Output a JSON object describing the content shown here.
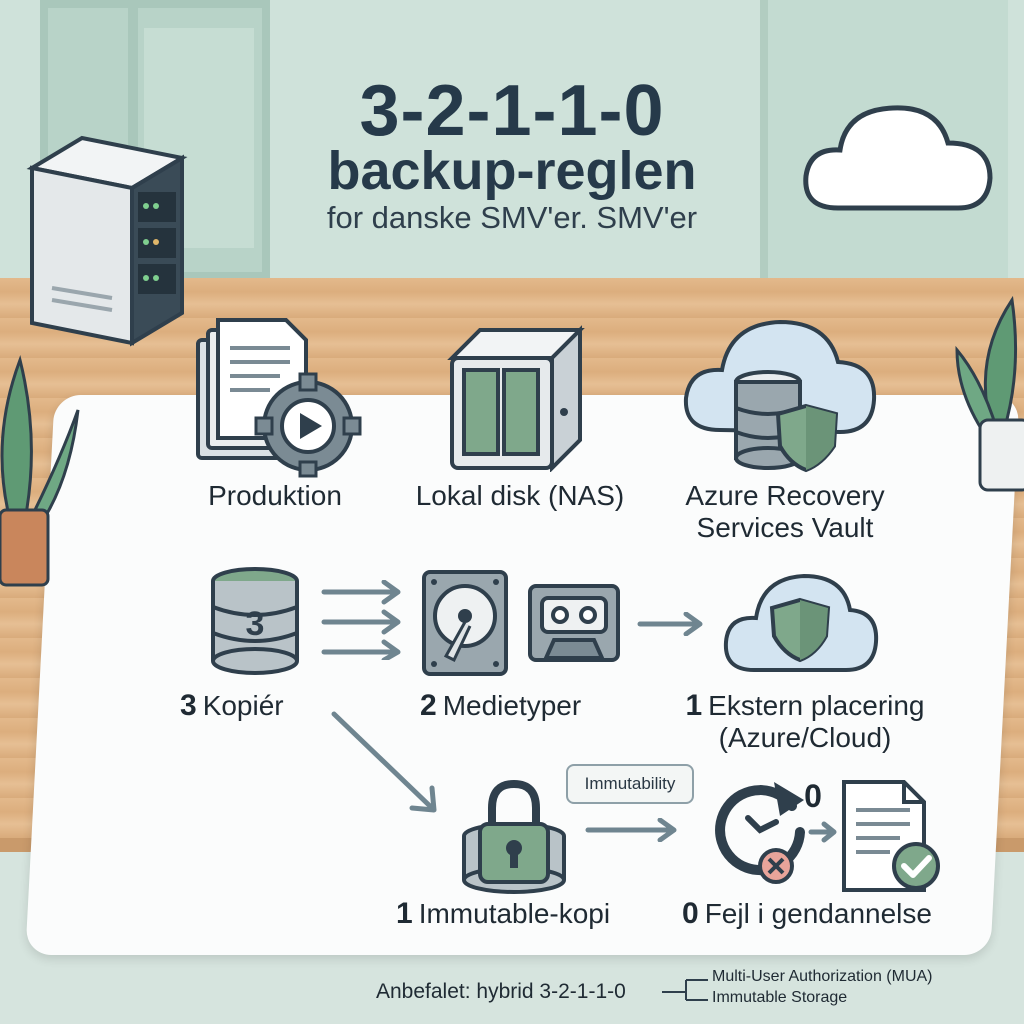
{
  "title_line1": "3-2-1-1-0",
  "title_line2": "backup-reglen",
  "subtitle": "for danske SMV'er. SMV'er",
  "sources": {
    "production": "Produktion",
    "local_disk": "Lokal disk (NAS)",
    "azure_line1": "Azure Recovery",
    "azure_line2": "Services Vault"
  },
  "rule": {
    "copies_num": "3",
    "copies_label": "Kopiér",
    "database_badge": "3",
    "media_num": "2",
    "media_label": "Medietyper",
    "offsite_num": "1",
    "offsite_label_line1": "Ekstern placering",
    "offsite_label_line2": "(Azure/Cloud)",
    "immutable_num": "1",
    "immutable_label": "Immutable-kopi",
    "zero_num": "0",
    "zero_label": "Fejl i gendannelse",
    "restore_badge": "0",
    "bubble": "Immutability"
  },
  "footer": {
    "main": "Anbefalet: hybrid 3-2-1-1-0",
    "sub1": "Multi-User Authorization (MUA)",
    "sub2": "Immutable Storage"
  },
  "colors": {
    "ink": "#263a4a",
    "green": "#7fa88b",
    "cloud": "#d3e4f1",
    "arrow": "#6f8590"
  }
}
